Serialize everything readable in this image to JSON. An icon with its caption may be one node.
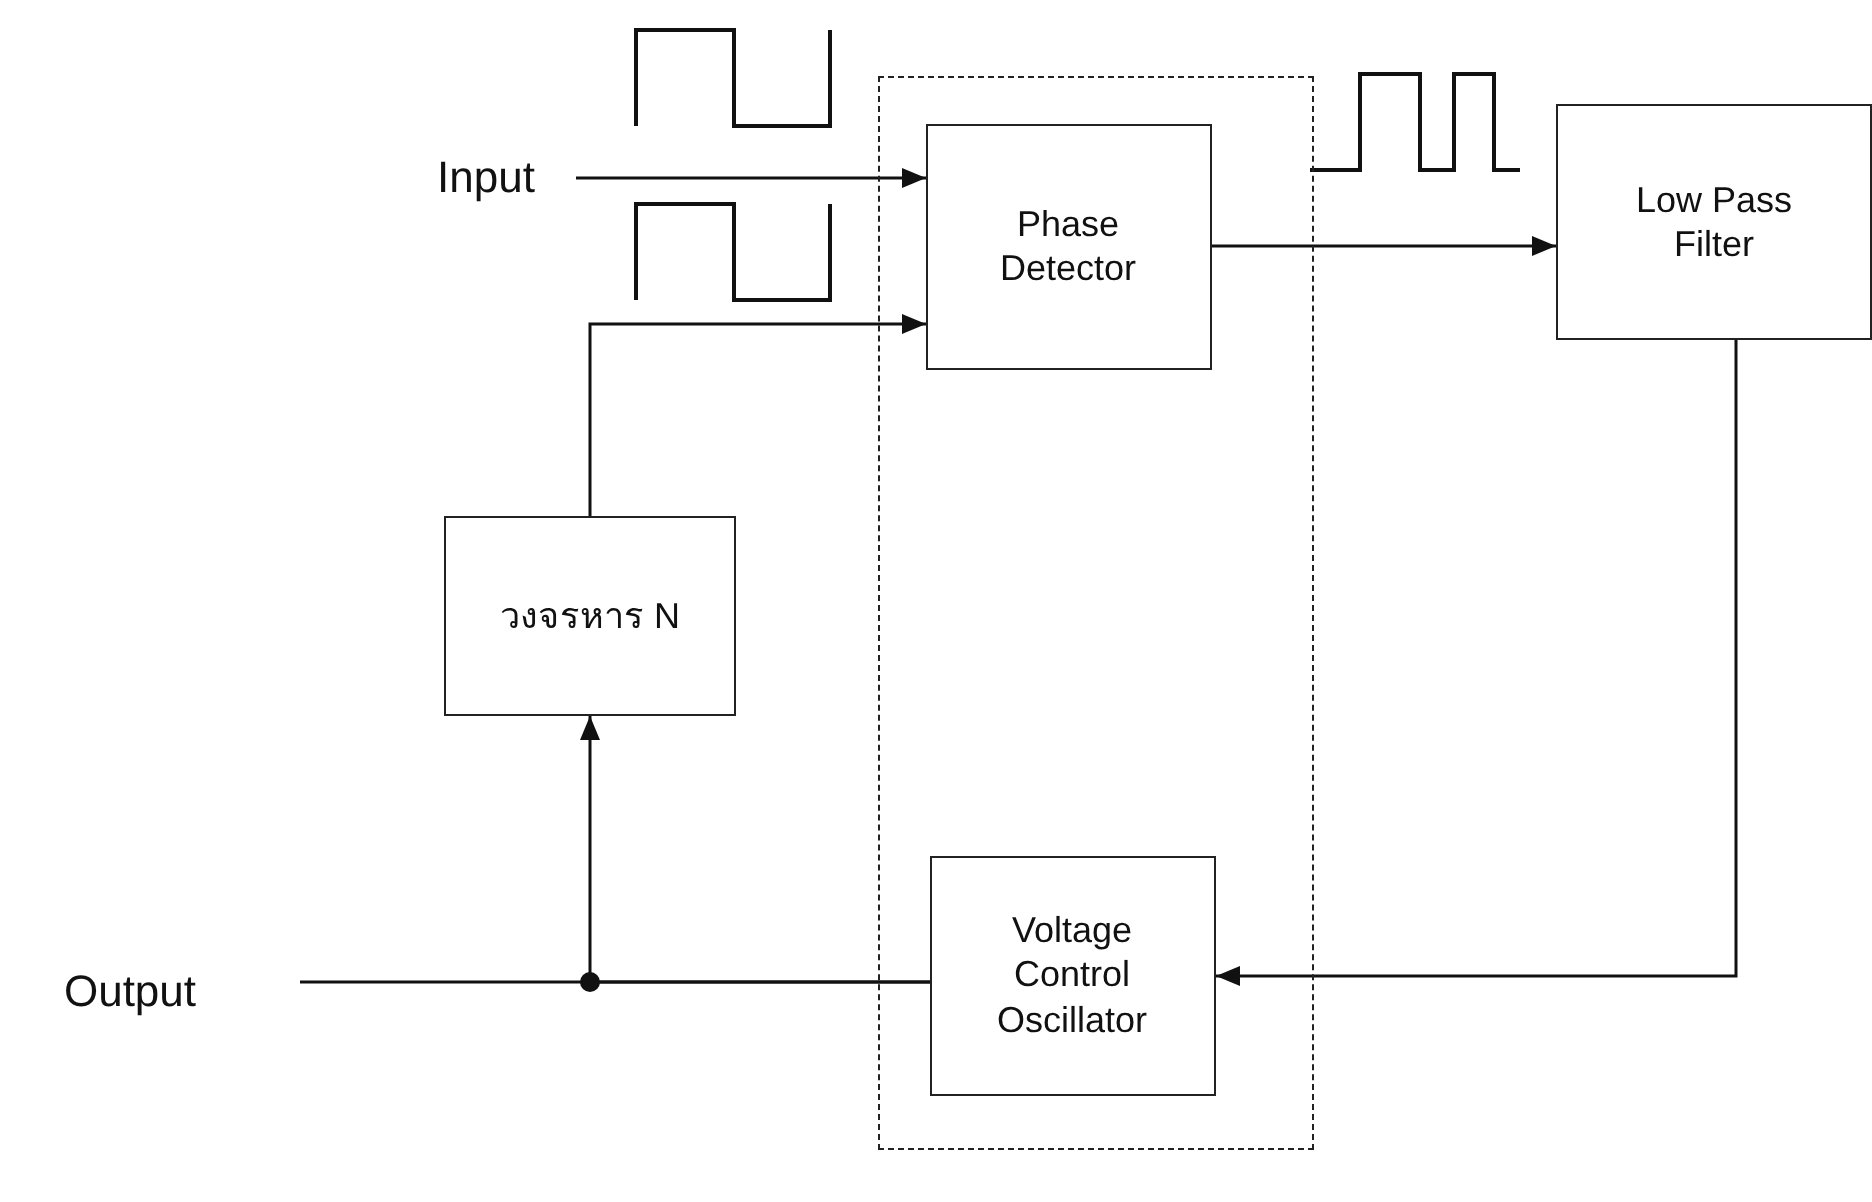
{
  "diagram": {
    "nodes": [
      {
        "text": [],
        "shape": "box"
      },
      {
        "text": [
          "Input"
        ]
      },
      {
        "text": [
          "Phase Detector"
        ],
        "in": 0
      },
      {
        "text": [
          "Low Pass Filter"
        ]
      },
      {
        "text": [
          "วงจรหาร N"
        ]
      },
      {
        "text": [
          "Voltage Control Oscillator"
        ],
        "in": 0
      },
      {
        "text": [
          "Output"
        ]
      }
    ],
    "edges": [
      {
        "from": 1,
        "to": 2,
        "arrow": "to"
      },
      {
        "from": 4,
        "to": 2,
        "arrow": "to"
      },
      {
        "from": 2,
        "to": 3,
        "arrow": "to"
      },
      {
        "from": 3,
        "to": 5,
        "arrow": "to"
      },
      {
        "from": 5,
        "to": 6,
        "arrow": "none"
      },
      {
        "from": 5,
        "to": 4,
        "arrow": "to"
      }
    ]
  }
}
